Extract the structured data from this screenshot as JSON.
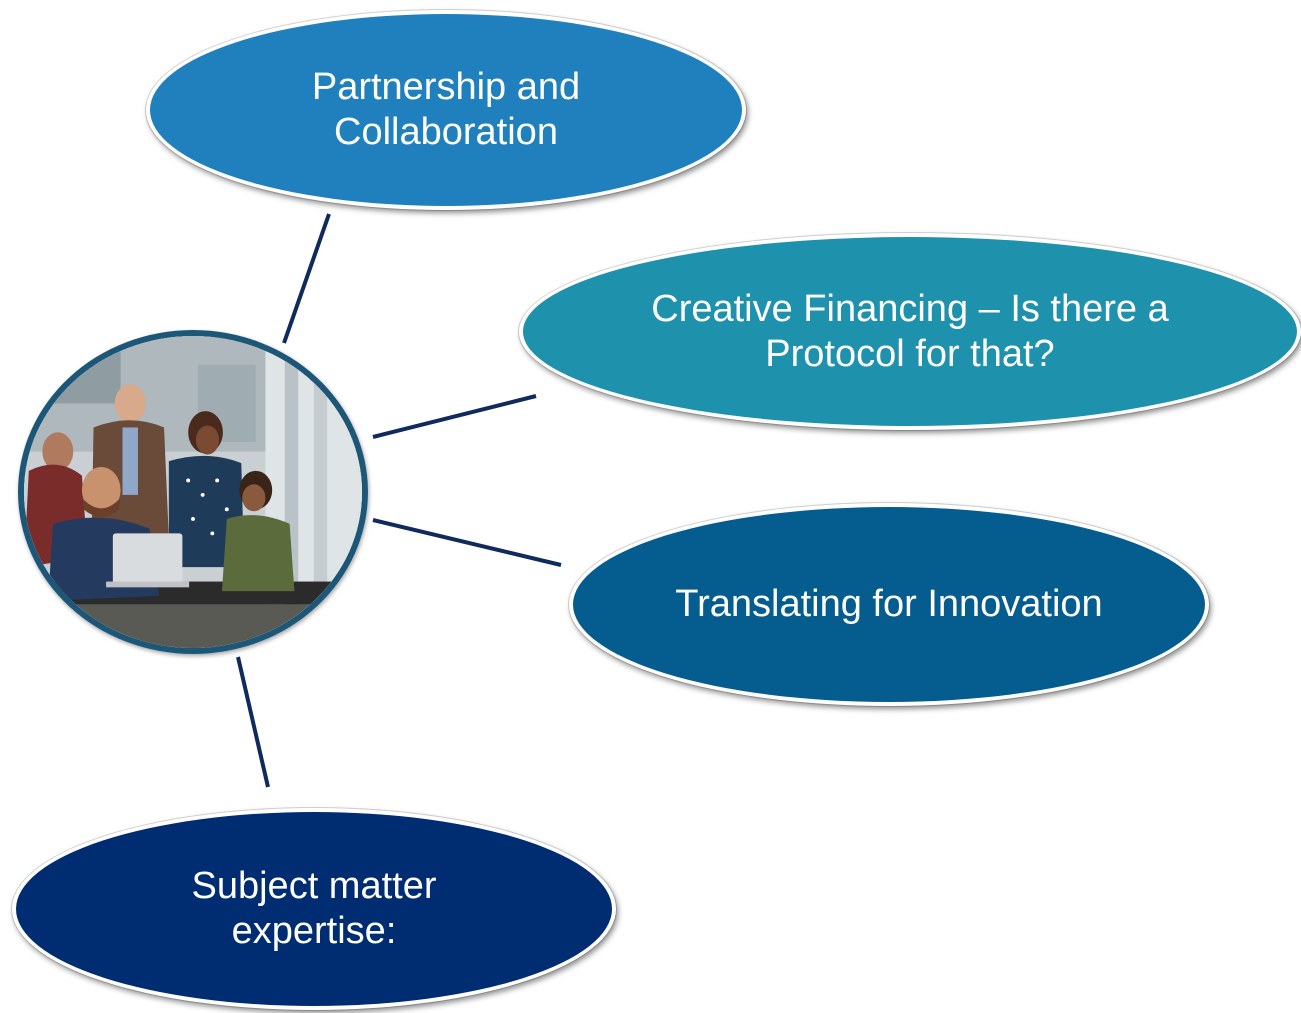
{
  "diagram": {
    "center": {
      "icon": "team-meeting-photo"
    },
    "nodes": [
      {
        "id": "partnership",
        "label": "Partnership and\nCollaboration",
        "color": "#1f80bd"
      },
      {
        "id": "financing",
        "label": "Creative Financing – Is there a\nProtocol for that?",
        "color": "#1e91ad"
      },
      {
        "id": "translating",
        "label": "Translating for Innovation",
        "color": "#045d8e"
      },
      {
        "id": "subject",
        "label": "Subject matter\nexpertise:",
        "color": "#002c72"
      }
    ],
    "connector_color": "#0f2a5c"
  }
}
